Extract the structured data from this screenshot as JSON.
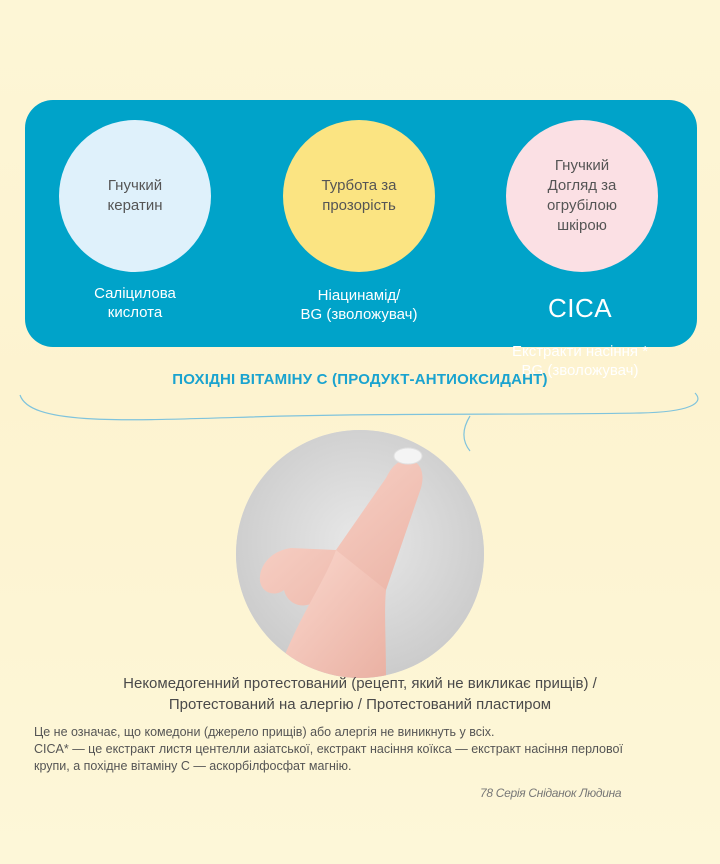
{
  "ingredients": [
    {
      "benefit": "Гнучкий\nкератин",
      "ingredient": "Саліцилова\nкислота",
      "prefix": ""
    },
    {
      "benefit": "Турбота за\nпрозорість",
      "ingredient": "Ніацинамід/\nBG (зволожувач)",
      "prefix": ""
    },
    {
      "benefit": "Гнучкий\nДогляд за\nогрубілою\nшкірою",
      "ingredient": "Екстракти насіння *\nBG (зволожувач)",
      "prefix": "CICA"
    }
  ],
  "heading": "ПОХІДНІ ВІТАМІНУ С (ПРОДУКТ-АНТИОКСИДАНТ)",
  "tested_text": "Некомедогенний протестований (рецепт, який не викликає прищів) /\nПротестований на алергію / Протестований пластиром",
  "notes": "Це не означає, що комедони (джерело прищів) або алергія не виникнуть у всіх.\nCICA* — це екстракт листя центелли азіатської, екстракт насіння коїкса — екстракт насіння перлової\nкрупи, а похідне вітаміну С — аскорбілфосфат магнію.",
  "watermark": "78 Серія Сніданок Людина",
  "colors": {
    "panel": "#00a3c9",
    "circle_1": "#dff1fb",
    "circle_2": "#fbe482",
    "circle_3": "#fbe0e4",
    "heading": "#1aa3cf"
  }
}
